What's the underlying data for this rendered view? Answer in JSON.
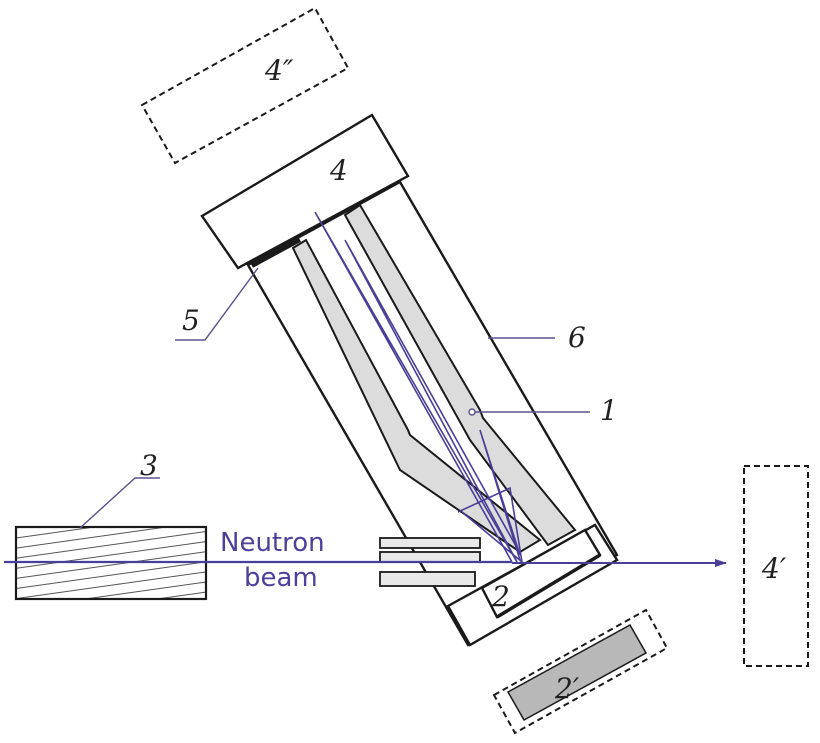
{
  "labels": {
    "main_crystal": "1",
    "analyzer": "2",
    "analyzer_alt": "2′",
    "collimator": "3",
    "detector": "4",
    "detector_alt_1": "4′",
    "detector_alt_2": "4″",
    "coating": "5",
    "housing": "6"
  },
  "beam_label": {
    "line1": "Neutron",
    "line2": "beam"
  },
  "colors": {
    "beam": "#4a3f98",
    "outline": "#1a1a1a",
    "fill_gray": "#dcdcdc"
  }
}
